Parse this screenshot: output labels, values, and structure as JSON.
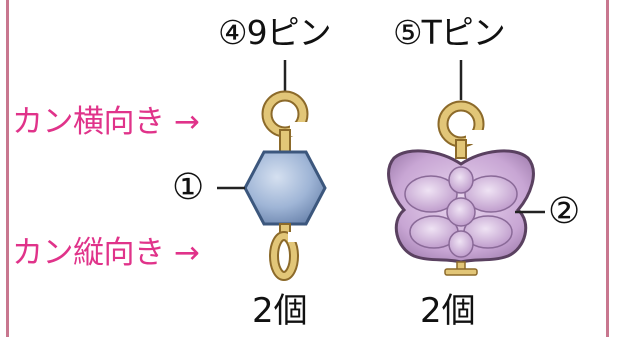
{
  "colors": {
    "frame": "#c8778f",
    "accent_text": "#e0338a",
    "gold": "#e2c678",
    "gold_stroke": "#8c6a2a",
    "bead_blue": "#9fb5d6",
    "bead_stroke": "#3c577d",
    "butterfly": "#c8a6d4",
    "butterfly_stroke": "#5a4160"
  },
  "left_part": {
    "pin_label": "④9ピン",
    "bead_number": "①",
    "ring_horizontal_label": "カン横向き",
    "ring_vertical_label": "カン縦向き",
    "arrow_glyph": "→",
    "count": "2個"
  },
  "right_part": {
    "pin_label": "⑤Tピン",
    "charm_number": "②",
    "count": "2個"
  },
  "icons": [
    "ring-horizontal-icon",
    "ring-vertical-icon",
    "hexagon-bead-icon",
    "butterfly-charm-icon"
  ]
}
